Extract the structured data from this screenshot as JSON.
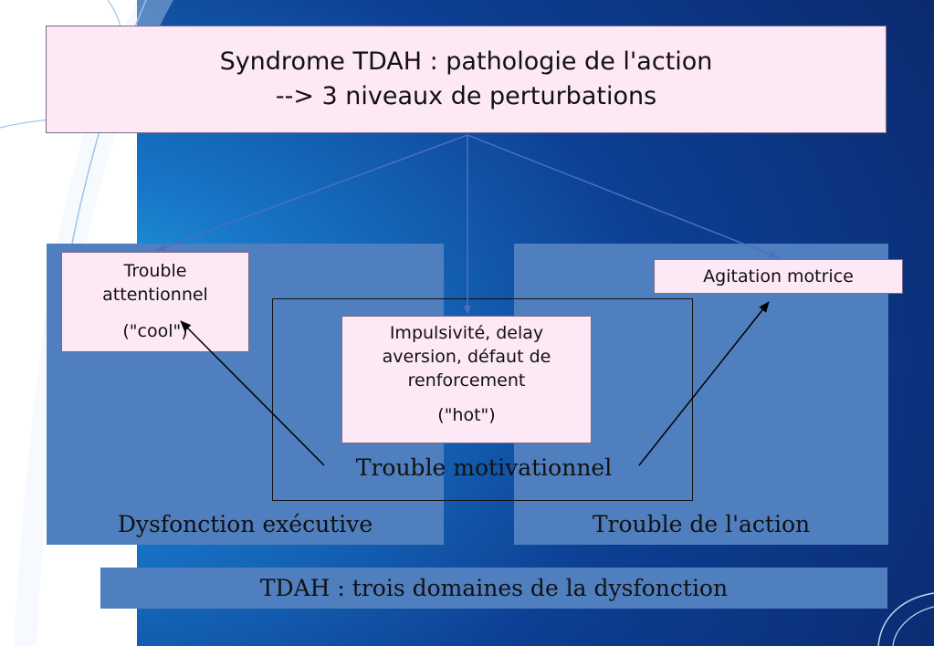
{
  "title": {
    "line1": "Syndrome TDAH : pathologie de l'action",
    "line2": "--> 3 niveaux de perturbations"
  },
  "boxes": {
    "attention": {
      "line1": "Trouble",
      "line2": "attentionnel",
      "tag": "(\"cool\")"
    },
    "agitation": {
      "label": "Agitation motrice"
    },
    "impulsivity": {
      "line1": "Impulsivité, delay",
      "line2": "aversion, défaut de",
      "line3": "renforcement",
      "tag": "(\"hot\")"
    }
  },
  "labels": {
    "motivation": "Trouble motivationnel",
    "executive": "Dysfonction exécutive",
    "action": "Trouble de l'action"
  },
  "footer": "TDAH : trois domaines de la dysfonction",
  "colors": {
    "background": "#0d3a86",
    "panel": "#4f7fbf",
    "box_fill": "#fde8f6",
    "arrow_blue": "#4a6fc0"
  }
}
